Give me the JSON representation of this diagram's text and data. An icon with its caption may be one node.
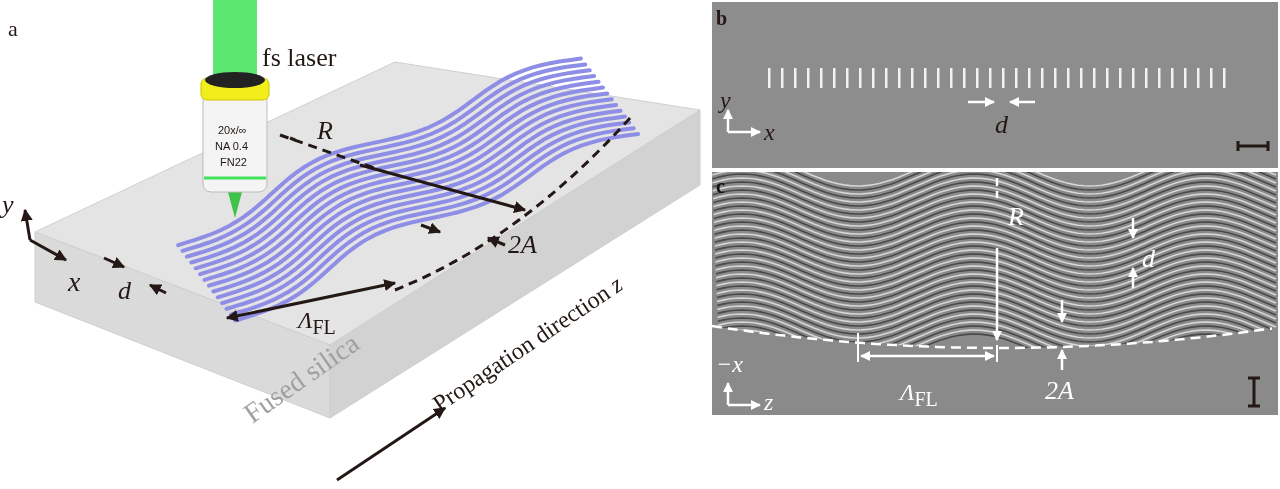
{
  "diagram": {
    "labels": [
      "a",
      "fs laser",
      "20x/∞",
      "NA 0.4",
      "FN22",
      "R",
      "y",
      "2A",
      "x",
      "d",
      "*Λ*$_{FL}$",
      "Fused silica",
      "Propagation direction *z*",
      "b",
      "y",
      "x",
      "d",
      "c",
      "R",
      "d",
      "−*x*",
      "z",
      "*Λ*$_{FL}$",
      "2A"
    ]
  }
}
